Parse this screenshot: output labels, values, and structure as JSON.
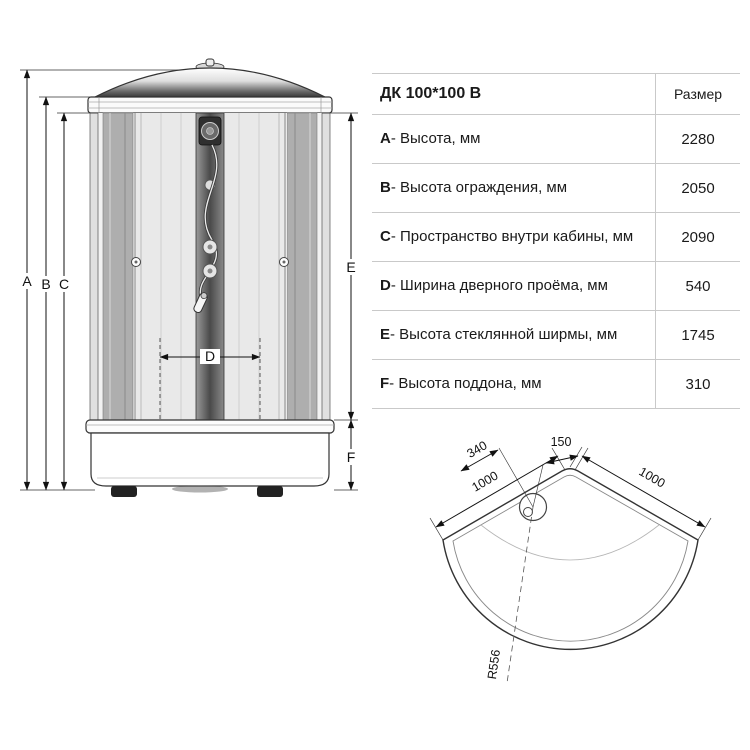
{
  "table": {
    "title": "ДК 100*100 В",
    "size_header": "Размер",
    "rows": [
      {
        "letter": "A",
        "label": " - Высота, мм",
        "value": "2280"
      },
      {
        "letter": "B",
        "label": " - Высота ограждения, мм",
        "value": "2050"
      },
      {
        "letter": "C",
        "label": " - Пространство внутри кабины, мм",
        "value": "2090"
      },
      {
        "letter": "D",
        "label": " - Ширина дверного проёма, мм",
        "value": "540"
      },
      {
        "letter": "E",
        "label": " - Высота стеклянной ширмы, мм",
        "value": "1745"
      },
      {
        "letter": "F",
        "label": " - Высота поддона, мм",
        "value": "310"
      }
    ]
  },
  "front_view": {
    "dim_a": "A",
    "dim_b": "B",
    "dim_c": "C",
    "dim_d": "D",
    "dim_e": "E",
    "dim_f": "F"
  },
  "top_view": {
    "dim_left_edge": "1000",
    "dim_right_edge": "1000",
    "dim_drain_offset": "340",
    "dim_corner_offset": "150",
    "dim_radius": "R556"
  },
  "colors": {
    "line": "#111111",
    "table_border": "#c9c9c9"
  }
}
